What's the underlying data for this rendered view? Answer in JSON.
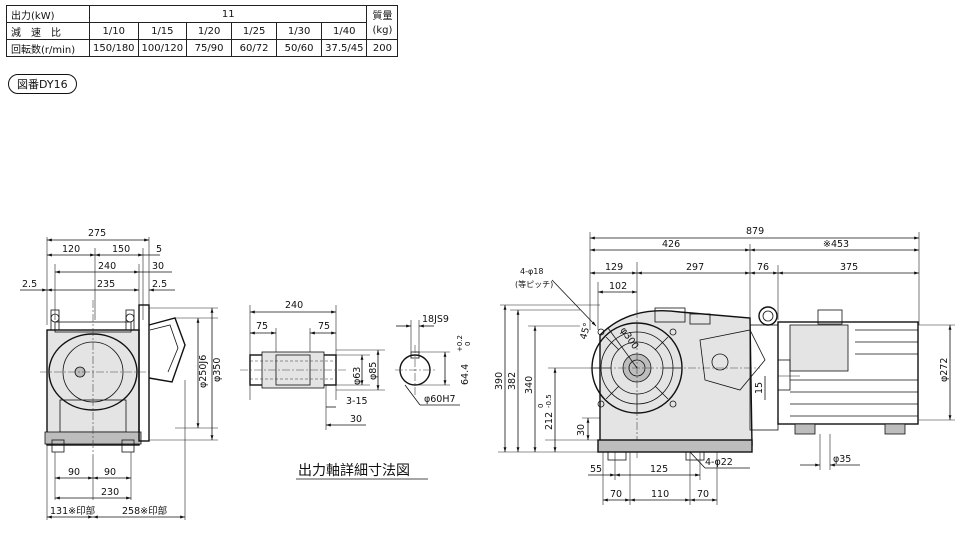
{
  "spec_table": {
    "output_label": "出力(kW)",
    "output_value": "11",
    "ratio_label": "減　速　比",
    "ratios": [
      "1/10",
      "1/15",
      "1/20",
      "1/25",
      "1/30",
      "1/40"
    ],
    "speed_label": "回転数(r/min)",
    "speeds": [
      "150/180",
      "100/120",
      "75/90",
      "60/72",
      "50/60",
      "37.5/45"
    ],
    "mass_label_1": "質量",
    "mass_label_2": "(kg)",
    "mass_value": "200"
  },
  "drawing_badge": "図番DY16",
  "shaft_detail_caption": "出力軸詳細寸法図",
  "dims_left": {
    "d275": "275",
    "d120": "120",
    "d150": "150",
    "d5": "5",
    "d240": "240",
    "d30": "30",
    "d2_5a": "2.5",
    "d235": "235",
    "d2_5b": "2.5",
    "d250j6": "φ250J6",
    "d350": "φ350",
    "d90a": "90",
    "d90b": "90",
    "d230": "230",
    "d131": "131※印部",
    "d258": "258※印部"
  },
  "dims_shaft": {
    "d240": "240",
    "d75a": "75",
    "d75b": "75",
    "d63": "φ63",
    "d85": "φ85",
    "d3_15": "3-15",
    "d30": "30",
    "d18js9": "18JS9",
    "d64_4": "64.4",
    "tol_plus": "+0.2",
    "tol_zero": "0",
    "d60h7": "φ60H7"
  },
  "dims_right": {
    "d879": "879",
    "d426": "426",
    "d453": "※453",
    "d129": "129",
    "d297": "297",
    "d76": "76",
    "d375": "375",
    "d102": "102",
    "hole_label": "4-φ18",
    "hole_note": "(等ピッチ)",
    "d45": "45°",
    "d300": "φ300",
    "d390": "390",
    "d382": "382",
    "d340": "340",
    "d212": "212",
    "tol_212a": "0",
    "tol_212b": "-0.5",
    "d30": "30",
    "d15": "15",
    "d272": "φ272",
    "d55": "55",
    "d125": "125",
    "d4_22": "4-φ22",
    "d70a": "70",
    "d110": "110",
    "d70b": "70",
    "d35": "φ35"
  }
}
